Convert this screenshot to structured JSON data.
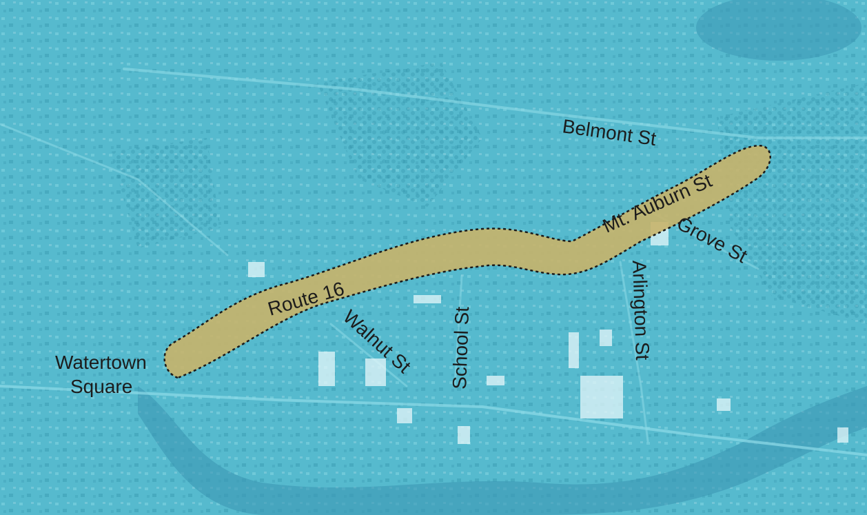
{
  "map": {
    "colors": {
      "base": "#56BACE",
      "dark": "#2E8FA6",
      "light": "#8FDCE8",
      "river": "#3C98B4",
      "corridor_fill": "#C8B46A",
      "corridor_stroke": "#1a1a1a",
      "label": "#1c1c1c"
    },
    "labels": {
      "belmont_st": "Belmont St",
      "mt_auburn_st": "Mt. Auburn St",
      "grove_st": "Grove St",
      "arlington_st": "Arlington St",
      "route_16": "Route 16",
      "walnut_st": "Walnut St",
      "school_st": "School St",
      "watertown_line1": "Watertown",
      "watertown_line2": "Square"
    },
    "highlight": {
      "name": "Route 16 corridor"
    }
  }
}
